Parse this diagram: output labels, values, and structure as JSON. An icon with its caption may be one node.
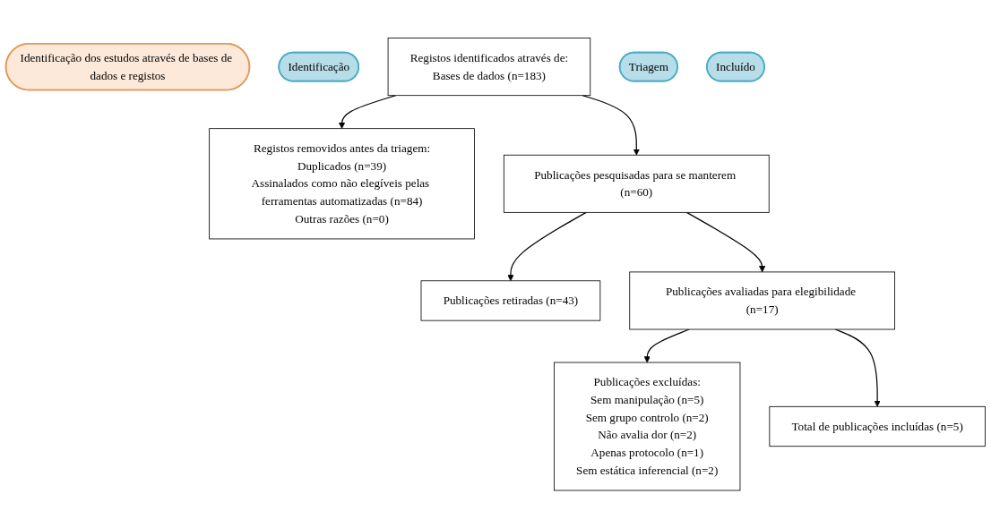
{
  "diagram": {
    "nodes": [
      {
        "text": [
          "Identificação dos estudos através de bases de dados e registos"
        ]
      },
      {
        "text": [
          "Identificação"
        ]
      },
      {
        "text": [
          "Registos identificados através de:",
          "Bases de dados (n=183)"
        ]
      },
      {
        "text": [
          "Registos removidos antes da triagem:",
          "Duplicados (n=39)",
          "Assinalados como não elegíveis pelas ferramentas automatizadas (n=84)",
          "Outras razões (n=0)"
        ]
      },
      {
        "text": [
          "Triagem"
        ]
      },
      {
        "text": [
          "Publicações pesquisadas para se manterem (n=60)"
        ]
      },
      {
        "text": [
          "Publicações retiradas (n=43)"
        ]
      },
      {
        "text": [
          "Publicações avaliadas para elegibilidade (n=17)"
        ]
      },
      {
        "text": [
          "Publicações excluídas:",
          "Sem manipulação (n=5)",
          "Sem grupo controlo (n=2)",
          "Não avalia dor (n=2)",
          "Apenas protocolo (n=1)",
          "Sem estática inferencial (n=2)"
        ]
      },
      {
        "text": [
          "Incluído"
        ]
      },
      {
        "text": [
          "Total de publicações incluídas (n=5)"
        ]
      }
    ],
    "edges": [
      {
        "from": 2,
        "to": 3,
        "arrow": "to"
      },
      {
        "from": 2,
        "to": 5,
        "arrow": "to"
      },
      {
        "from": 5,
        "to": 6,
        "arrow": "to"
      },
      {
        "from": 5,
        "to": 7,
        "arrow": "to"
      },
      {
        "from": 7,
        "to": 8,
        "arrow": "to"
      },
      {
        "from": 7,
        "to": 10,
        "arrow": "to"
      }
    ]
  }
}
